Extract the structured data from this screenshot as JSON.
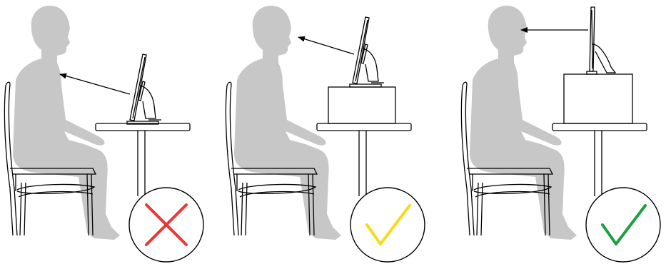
{
  "panels": [
    {
      "id": "low",
      "screen_placement": "on-table",
      "verdict": "incorrect",
      "mark_icon": "cross-icon",
      "mark_color": "#e53935"
    },
    {
      "id": "raised",
      "screen_placement": "on-box",
      "verdict": "acceptable",
      "mark_icon": "check-icon",
      "mark_color": "#f2dc1b"
    },
    {
      "id": "eye-level",
      "screen_placement": "on-tall-box",
      "verdict": "correct",
      "mark_icon": "check-icon",
      "mark_color": "#1e9e3f"
    }
  ],
  "colors": {
    "silhouette": "#c7c7c7",
    "line": "#000000",
    "background": "#ffffff"
  }
}
